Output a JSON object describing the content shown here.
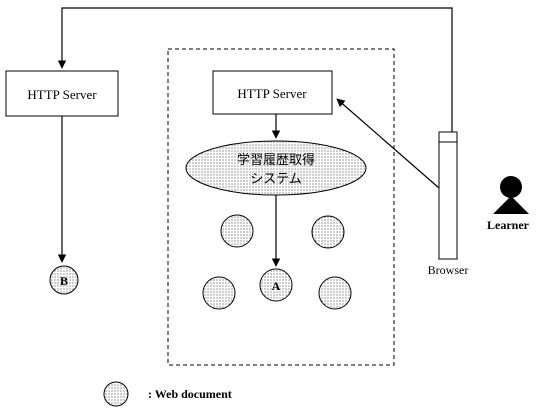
{
  "diagram": {
    "server_left": {
      "label": "HTTP Server"
    },
    "server_center": {
      "label": "HTTP Server"
    },
    "system": {
      "line1": "学習履歴取得",
      "line2": "システム"
    },
    "documents": {
      "a": "A",
      "b": "B"
    },
    "browser": {
      "label": "Browser"
    },
    "learner": {
      "label": "Learner"
    },
    "legend": {
      "text": ": Web document"
    }
  }
}
